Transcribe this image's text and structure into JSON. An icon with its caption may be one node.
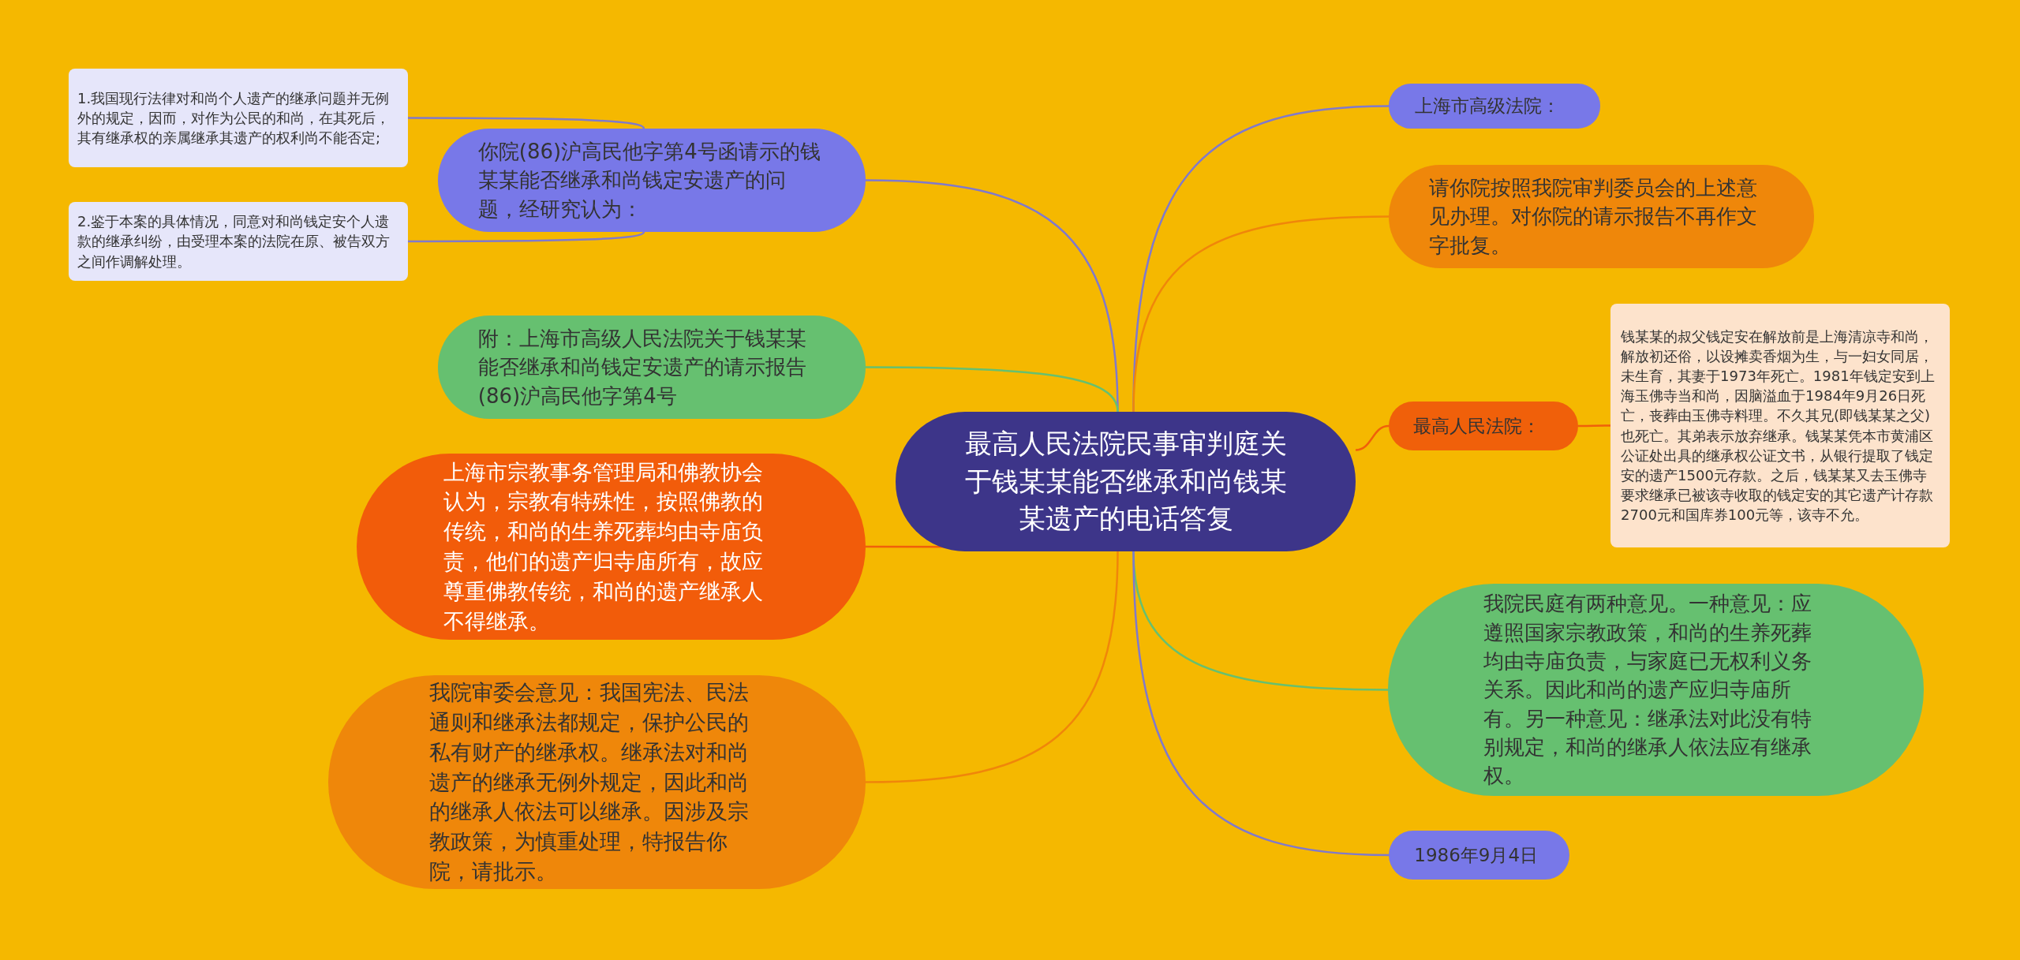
{
  "diagram": {
    "nodes": [
      {
        "text": [
          "最高人民法院民事审判庭关于钱某某能否继承和尚钱某某遗产的电话答复"
        ]
      },
      {
        "text": [
          "上海市高级法院："
        ]
      },
      {
        "text": [
          "请你院按照我院审判委员会的上述意见办理。对你院的请示报告不再作文字批复。"
        ]
      },
      {
        "text": [
          "最高人民法院："
        ]
      },
      {
        "text": [
          "钱某某的叔父钱定安在解放前是上海清凉寺和尚，解放初还俗，以设摊卖香烟为生，与一妇女同居，未生育，其妻于1973年死亡。1981年钱定安到上海玉佛寺当和尚，因脑溢血于1984年9月26日死亡，丧葬由玉佛寺料理。不久其兄(即钱某某之父)也死亡。其弟表示放弃继承。钱某某凭本市黄浦区公证处出具的继承权公证文书，从银行提取了钱定安的遗产1500元存款。之后，钱某某又去玉佛寺要求继承已被该寺收取的钱定安的其它遗产计存款2700元和国库券100元等，该寺不允。"
        ]
      },
      {
        "text": [
          "我院民庭有两种意见。一种意见：应遵照国家宗教政策，和尚的生养死葬均由寺庙负责，与家庭已无权利义务关系。因此和尚的遗产应归寺庙所有。另一种意见：继承法对此没有特别规定，和尚的继承人依法应有继承权。"
        ]
      },
      {
        "text": [
          "1986年9月4日"
        ]
      },
      {
        "text": [
          "你院(86)沪高民他字第4号函请示的钱某某能否继承和尚钱定安遗产的问题，经研究认为："
        ]
      },
      {
        "text": [
          "1.我国现行法律对和尚个人遗产的继承问题并无例外的规定，因而，对作为公民的和尚，在其死后，其有继承权的亲属继承其遗产的权利尚不能否定;"
        ]
      },
      {
        "text": [
          "2.鉴于本案的具体情况，同意对和尚钱定安个人遗款的继承纠纷，由受理本案的法院在原、被告双方之间作调解处理。"
        ]
      },
      {
        "text": [
          "附：上海市高级人民法院关于钱某某能否继承和尚钱定安遗产的请示报告 (86)沪高民他字第4号"
        ]
      },
      {
        "text": [
          "上海市宗教事务管理局和佛教协会认为，宗教有特殊性，按照佛教的传统，和尚的生养死葬均由寺庙负责，他们的遗产归寺庙所有，故应尊重佛教传统，和尚的遗产继承人不得继承。"
        ]
      },
      {
        "text": [
          "我院审委会意见：我国宪法、民法通则和继承法都规定，保护公民的私有财产的继承权。继承法对和尚遗产的继承无例外规定，因此和尚的继承人依法可以继承。因涉及宗教政策，为慎重处理，特报告你院，请批示。"
        ]
      }
    ],
    "edges": [
      {
        "from": 0,
        "to": 1,
        "arrow": "none"
      },
      {
        "from": 0,
        "to": 2,
        "arrow": "none",
        "color": "#f0860a"
      },
      {
        "from": 0,
        "to": 3,
        "arrow": "none",
        "color": "#f0600a"
      },
      {
        "from": 3,
        "to": 4,
        "arrow": "none",
        "color": "#f0600a"
      },
      {
        "from": 0,
        "to": 5,
        "arrow": "none",
        "color": "#66c070"
      },
      {
        "from": 0,
        "to": 6,
        "arrow": "none"
      },
      {
        "from": 0,
        "to": 7,
        "arrow": "none"
      },
      {
        "from": 7,
        "to": 8,
        "arrow": "none"
      },
      {
        "from": 7,
        "to": 9,
        "arrow": "none"
      },
      {
        "from": 0,
        "to": 10,
        "arrow": "none",
        "color": "#66c070"
      },
      {
        "from": 0,
        "to": 11,
        "arrow": "none",
        "color": "#f0600a"
      },
      {
        "from": 0,
        "to": 12,
        "arrow": "none",
        "color": "#f0860a"
      }
    ]
  }
}
